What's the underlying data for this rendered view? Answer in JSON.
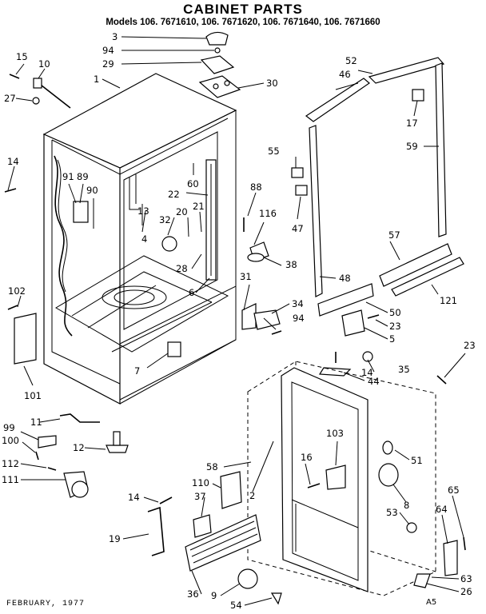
{
  "title": "CABINET PARTS",
  "models": "Models 106. 7671610, 106. 7671620, 106. 7671640, 106. 7671660",
  "footer_date": "FEBRUARY, 1977",
  "footer_code": "A5",
  "part_labels": [
    "3",
    "94",
    "29",
    "30",
    "1",
    "15",
    "10",
    "27",
    "52",
    "46",
    "17",
    "59",
    "55",
    "88",
    "116",
    "47",
    "38",
    "14",
    "91",
    "89",
    "90",
    "60",
    "22",
    "13",
    "32",
    "20",
    "21",
    "4",
    "28",
    "6",
    "57",
    "48",
    "121",
    "31",
    "34",
    "94",
    "50",
    "23",
    "5",
    "102",
    "7",
    "23",
    "14",
    "35",
    "44",
    "101",
    "11",
    "99",
    "100",
    "12",
    "103",
    "16",
    "51",
    "112",
    "111",
    "58",
    "110",
    "2",
    "8",
    "37",
    "14",
    "53",
    "65",
    "64",
    "19",
    "63",
    "36",
    "9",
    "54",
    "26"
  ]
}
